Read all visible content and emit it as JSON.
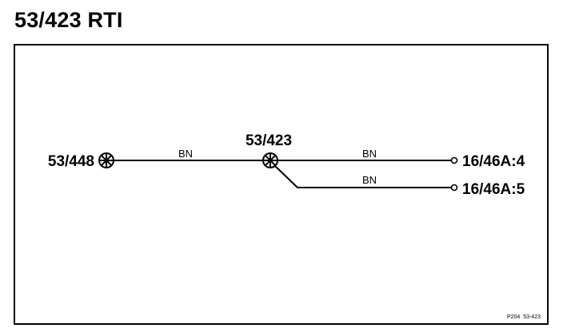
{
  "page": {
    "title": "53/423 RTI"
  },
  "diagram": {
    "connectors": {
      "left": "53/448",
      "center": "53/423",
      "terminal_a": "16/46A:4",
      "terminal_b": "16/46A:5"
    },
    "wires": {
      "left_wire": "BN",
      "upper_wire": "BN",
      "lower_wire": "BN"
    },
    "reference": "P204  53-423",
    "colors": {
      "ink": "#000000",
      "background": "#ffffff"
    },
    "icons": {
      "splice": "splice-connector-icon",
      "terminal": "terminal-pin-icon"
    }
  }
}
